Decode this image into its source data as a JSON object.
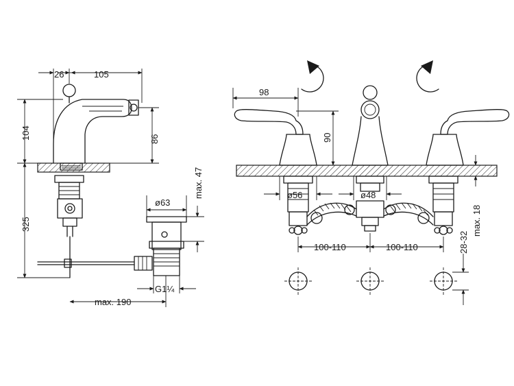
{
  "dimensions": {
    "spout_base_offset": "26",
    "spout_reach": "105",
    "lever_height": "104",
    "spout_height": "86",
    "below_counter": "325",
    "waste_diameter": "ø63",
    "waste_projection": "max. 47",
    "waste_thread": "G1¼",
    "rod_length": "max. 190",
    "handle_reach": "98",
    "handle_height": "90",
    "handle_base_diameter": "ø56",
    "spout_base_diameter": "ø48",
    "spacing_left": "100-110",
    "spacing_right": "100-110",
    "counter_thickness": "max. 18",
    "hole_diameter": "28-32"
  },
  "colors": {
    "line": "#1a1a1a",
    "background": "#ffffff"
  },
  "icons": [
    "rotation-clockwise-icon",
    "rotation-counterclockwise-icon",
    "center-mark-icon"
  ]
}
